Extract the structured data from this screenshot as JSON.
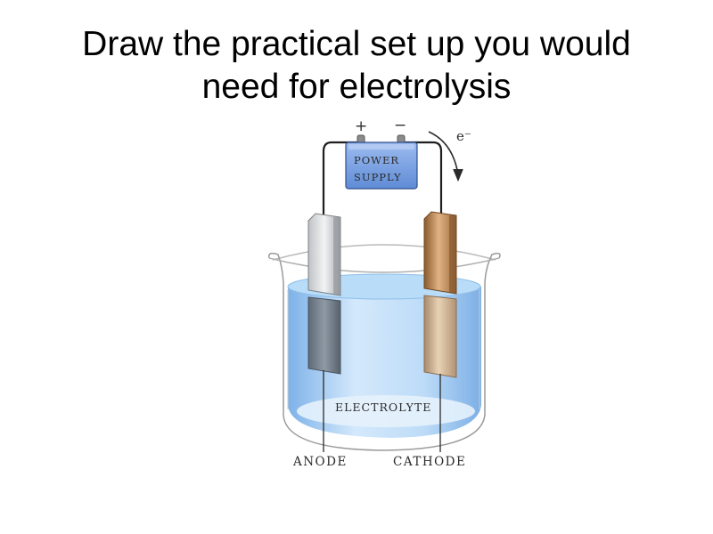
{
  "slide": {
    "title_line1": "Draw the practical set up you would",
    "title_line2": "need for electrolysis"
  },
  "diagram": {
    "plus_sign": "+",
    "minus_sign": "−",
    "electron_label": "e⁻",
    "power_supply_line1": "POWER",
    "power_supply_line2": "SUPPLY",
    "electrolyte_label": "ELECTROLYTE",
    "anode_label": "ANODE",
    "cathode_label": "CATHODE",
    "colors": {
      "electrolyte": "#8fc3ef",
      "anode": "#8a8f96",
      "cathode": "#b58a5c",
      "power_supply": "#6f9be0"
    }
  }
}
